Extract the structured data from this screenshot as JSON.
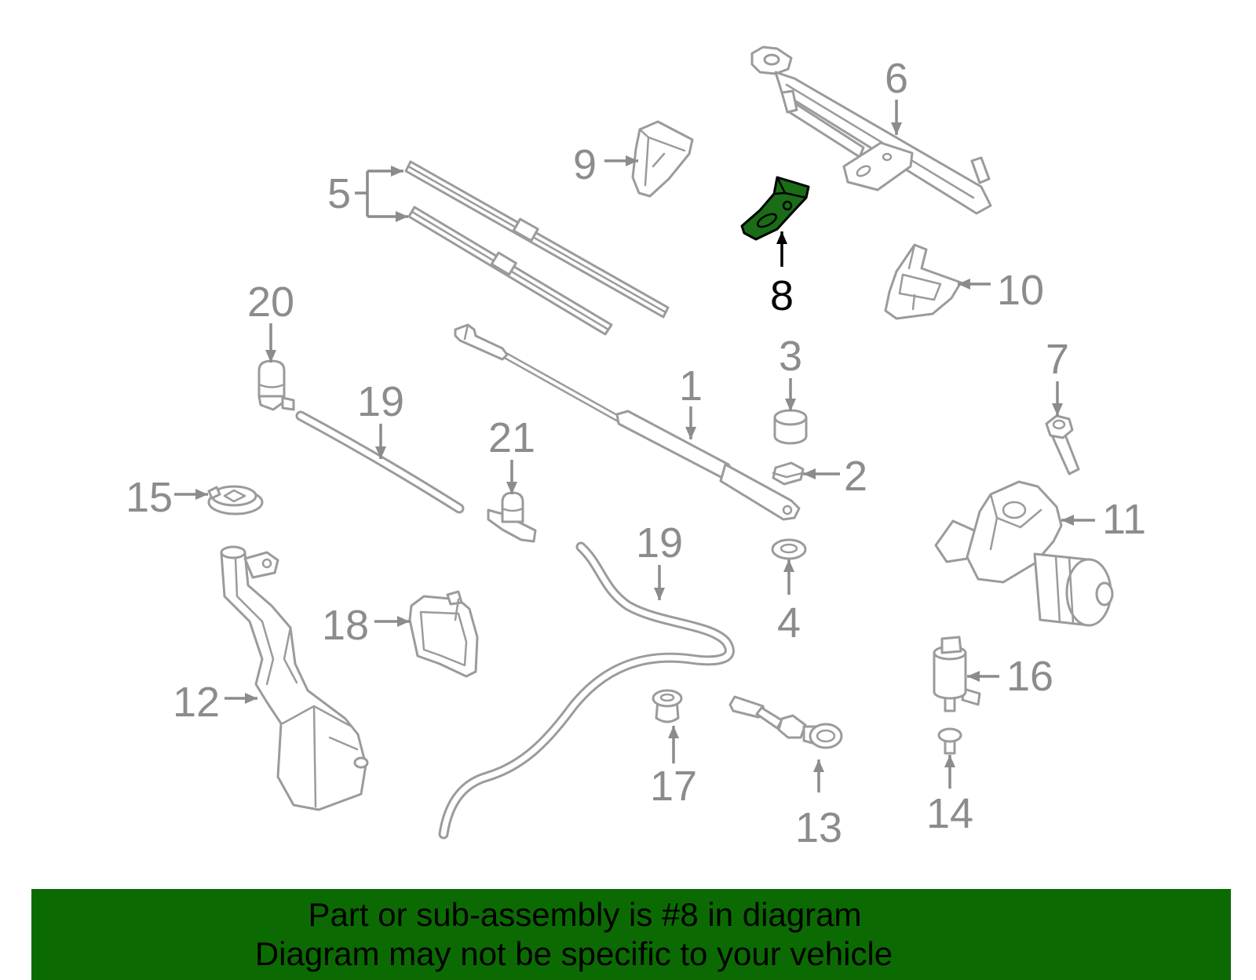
{
  "callouts": [
    {
      "label": "1"
    },
    {
      "label": "2"
    },
    {
      "label": "3"
    },
    {
      "label": "4"
    },
    {
      "label": "5"
    },
    {
      "label": "6"
    },
    {
      "label": "7"
    },
    {
      "label": "8",
      "highlighted": true
    },
    {
      "label": "9"
    },
    {
      "label": "10"
    },
    {
      "label": "11"
    },
    {
      "label": "12"
    },
    {
      "label": "13"
    },
    {
      "label": "14"
    },
    {
      "label": "15"
    },
    {
      "label": "16"
    },
    {
      "label": "17"
    },
    {
      "label": "18"
    },
    {
      "label": "19"
    },
    {
      "label": "19"
    },
    {
      "label": "20"
    },
    {
      "label": "21"
    }
  ],
  "banner": {
    "line1": "Part or sub-assembly is #8 in diagram",
    "line2": "Diagram may not be specific to your vehicle"
  },
  "colors": {
    "line_art": "#9b9b9b",
    "callout_text": "#8c8c8c",
    "highlight_fill": "#1a6d16",
    "highlight_outline": "#000000",
    "highlight_callout": "#000000",
    "banner_background": "#0b6b02",
    "banner_text": "#000000"
  }
}
